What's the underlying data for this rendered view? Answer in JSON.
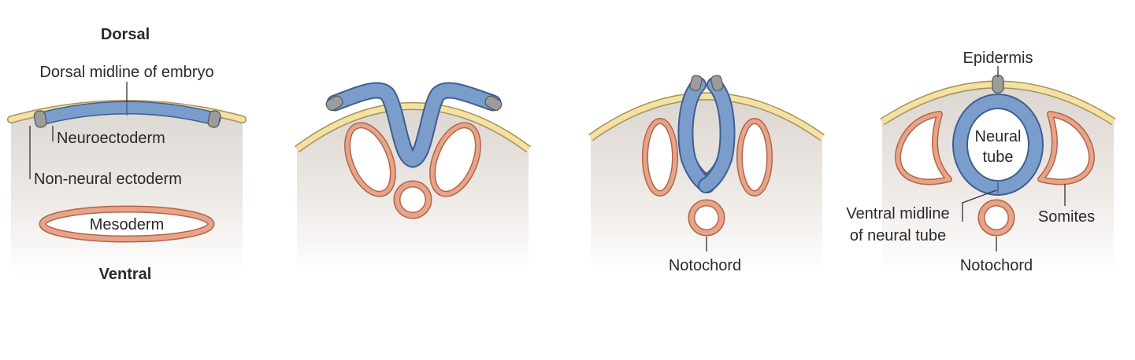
{
  "stage1": {
    "dorsal": "Dorsal",
    "ventral": "Ventral",
    "dorsal_midline": "Dorsal midline of embryo",
    "neuroectoderm": "Neuroectoderm",
    "non_neural_ectoderm": "Non-neural ectoderm",
    "mesoderm": "Mesoderm"
  },
  "stage3": {
    "notochord": "Notochord"
  },
  "stage4": {
    "epidermis": "Epidermis",
    "neural_tube_line1": "Neural",
    "neural_tube_line2": "tube",
    "ventral_midline_line1": "Ventral midline",
    "ventral_midline_line2": "of neural tube",
    "somites": "Somites",
    "notochord": "Notochord"
  },
  "colors": {
    "neural": "#7b9dcc",
    "neural_stroke": "#3f5f91",
    "ectoderm": "#f3e2a4",
    "ectoderm_stroke": "#a8925a",
    "mesoderm": "#e6a588",
    "mesoderm_stroke": "#b4644a",
    "border_cell": "#9c9c9c"
  }
}
